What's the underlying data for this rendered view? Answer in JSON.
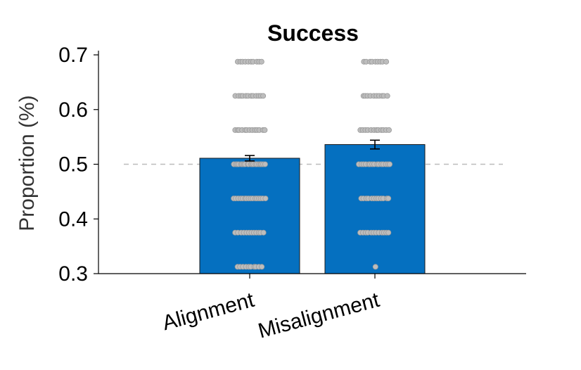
{
  "chart_data": {
    "type": "bar",
    "title": "Success",
    "xlabel": "",
    "ylabel": "Proportion (%)",
    "ylim": [
      0.3,
      0.7
    ],
    "yticks": [
      "0.3",
      "0.4",
      "0.5",
      "0.6",
      "0.7"
    ],
    "categories": [
      "Alignment",
      "Misalignment"
    ],
    "series": [
      {
        "values": [
          0.511,
          0.536
        ],
        "errors": [
          0.005,
          0.008
        ]
      }
    ],
    "reference_line": 0.5,
    "grid": false,
    "legend": "none",
    "points": [
      [
        0.6875,
        0.625,
        0.5625,
        0.5,
        0.4375,
        0.375,
        0.3125
      ],
      [
        0.6875,
        0.625,
        0.5625,
        0.5,
        0.4375,
        0.375,
        0.3125
      ]
    ],
    "colors": {
      "bar": "#0570c0",
      "bar_edge": "#1a1a1a",
      "point_fill": "#bdbdbd",
      "point_edge": "#9a9a9a",
      "reference_line": "#bbbbbb",
      "error_bar": "#000000"
    }
  }
}
